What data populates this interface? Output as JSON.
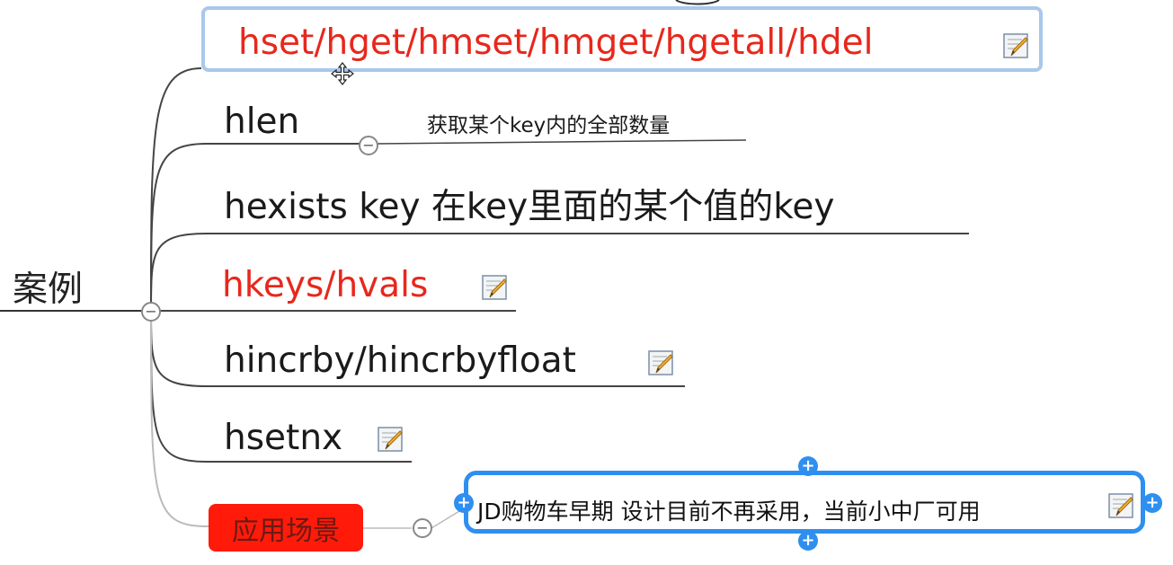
{
  "mindmap": {
    "root": {
      "label": "案例"
    },
    "branches": [
      {
        "id": "b1",
        "label": "hset/hget/hmset/hmget/hgetall/hdel",
        "color": "#e8271c",
        "has_note": true,
        "selected": true
      },
      {
        "id": "b2",
        "label": "hlen",
        "color": "#1a1a1a",
        "has_note": false,
        "subtopic": "获取某个key内的全部数量"
      },
      {
        "id": "b3",
        "label": "hexists key 在key里面的某个值的key",
        "color": "#1a1a1a",
        "has_note": false
      },
      {
        "id": "b4",
        "label": "hkeys/hvals",
        "color": "#e8271c",
        "has_note": true
      },
      {
        "id": "b5",
        "label": "hincrby/hincrbyfloat",
        "color": "#1a1a1a",
        "has_note": true
      },
      {
        "id": "b6",
        "label": "hsetnx",
        "color": "#1a1a1a",
        "has_note": true
      },
      {
        "id": "b7",
        "label": "应用场景",
        "style": "red-fill",
        "fill": "#ff1a0a",
        "subtopic": "JD购物车早期 设计目前不再采用，当前小中厂可用",
        "subtopic_has_note": true,
        "subtopic_selected": true
      }
    ],
    "collapse_symbol": "−",
    "add_symbol": "+",
    "icons": {
      "note": "note-pencil-icon",
      "collapse": "collapse-minus-icon",
      "move": "move-cursor-icon"
    },
    "colors": {
      "selection_light": "#a8c8ec",
      "selection_blue": "#2e8ff0",
      "branch_line": "#555555",
      "red_text": "#e8271c"
    }
  }
}
